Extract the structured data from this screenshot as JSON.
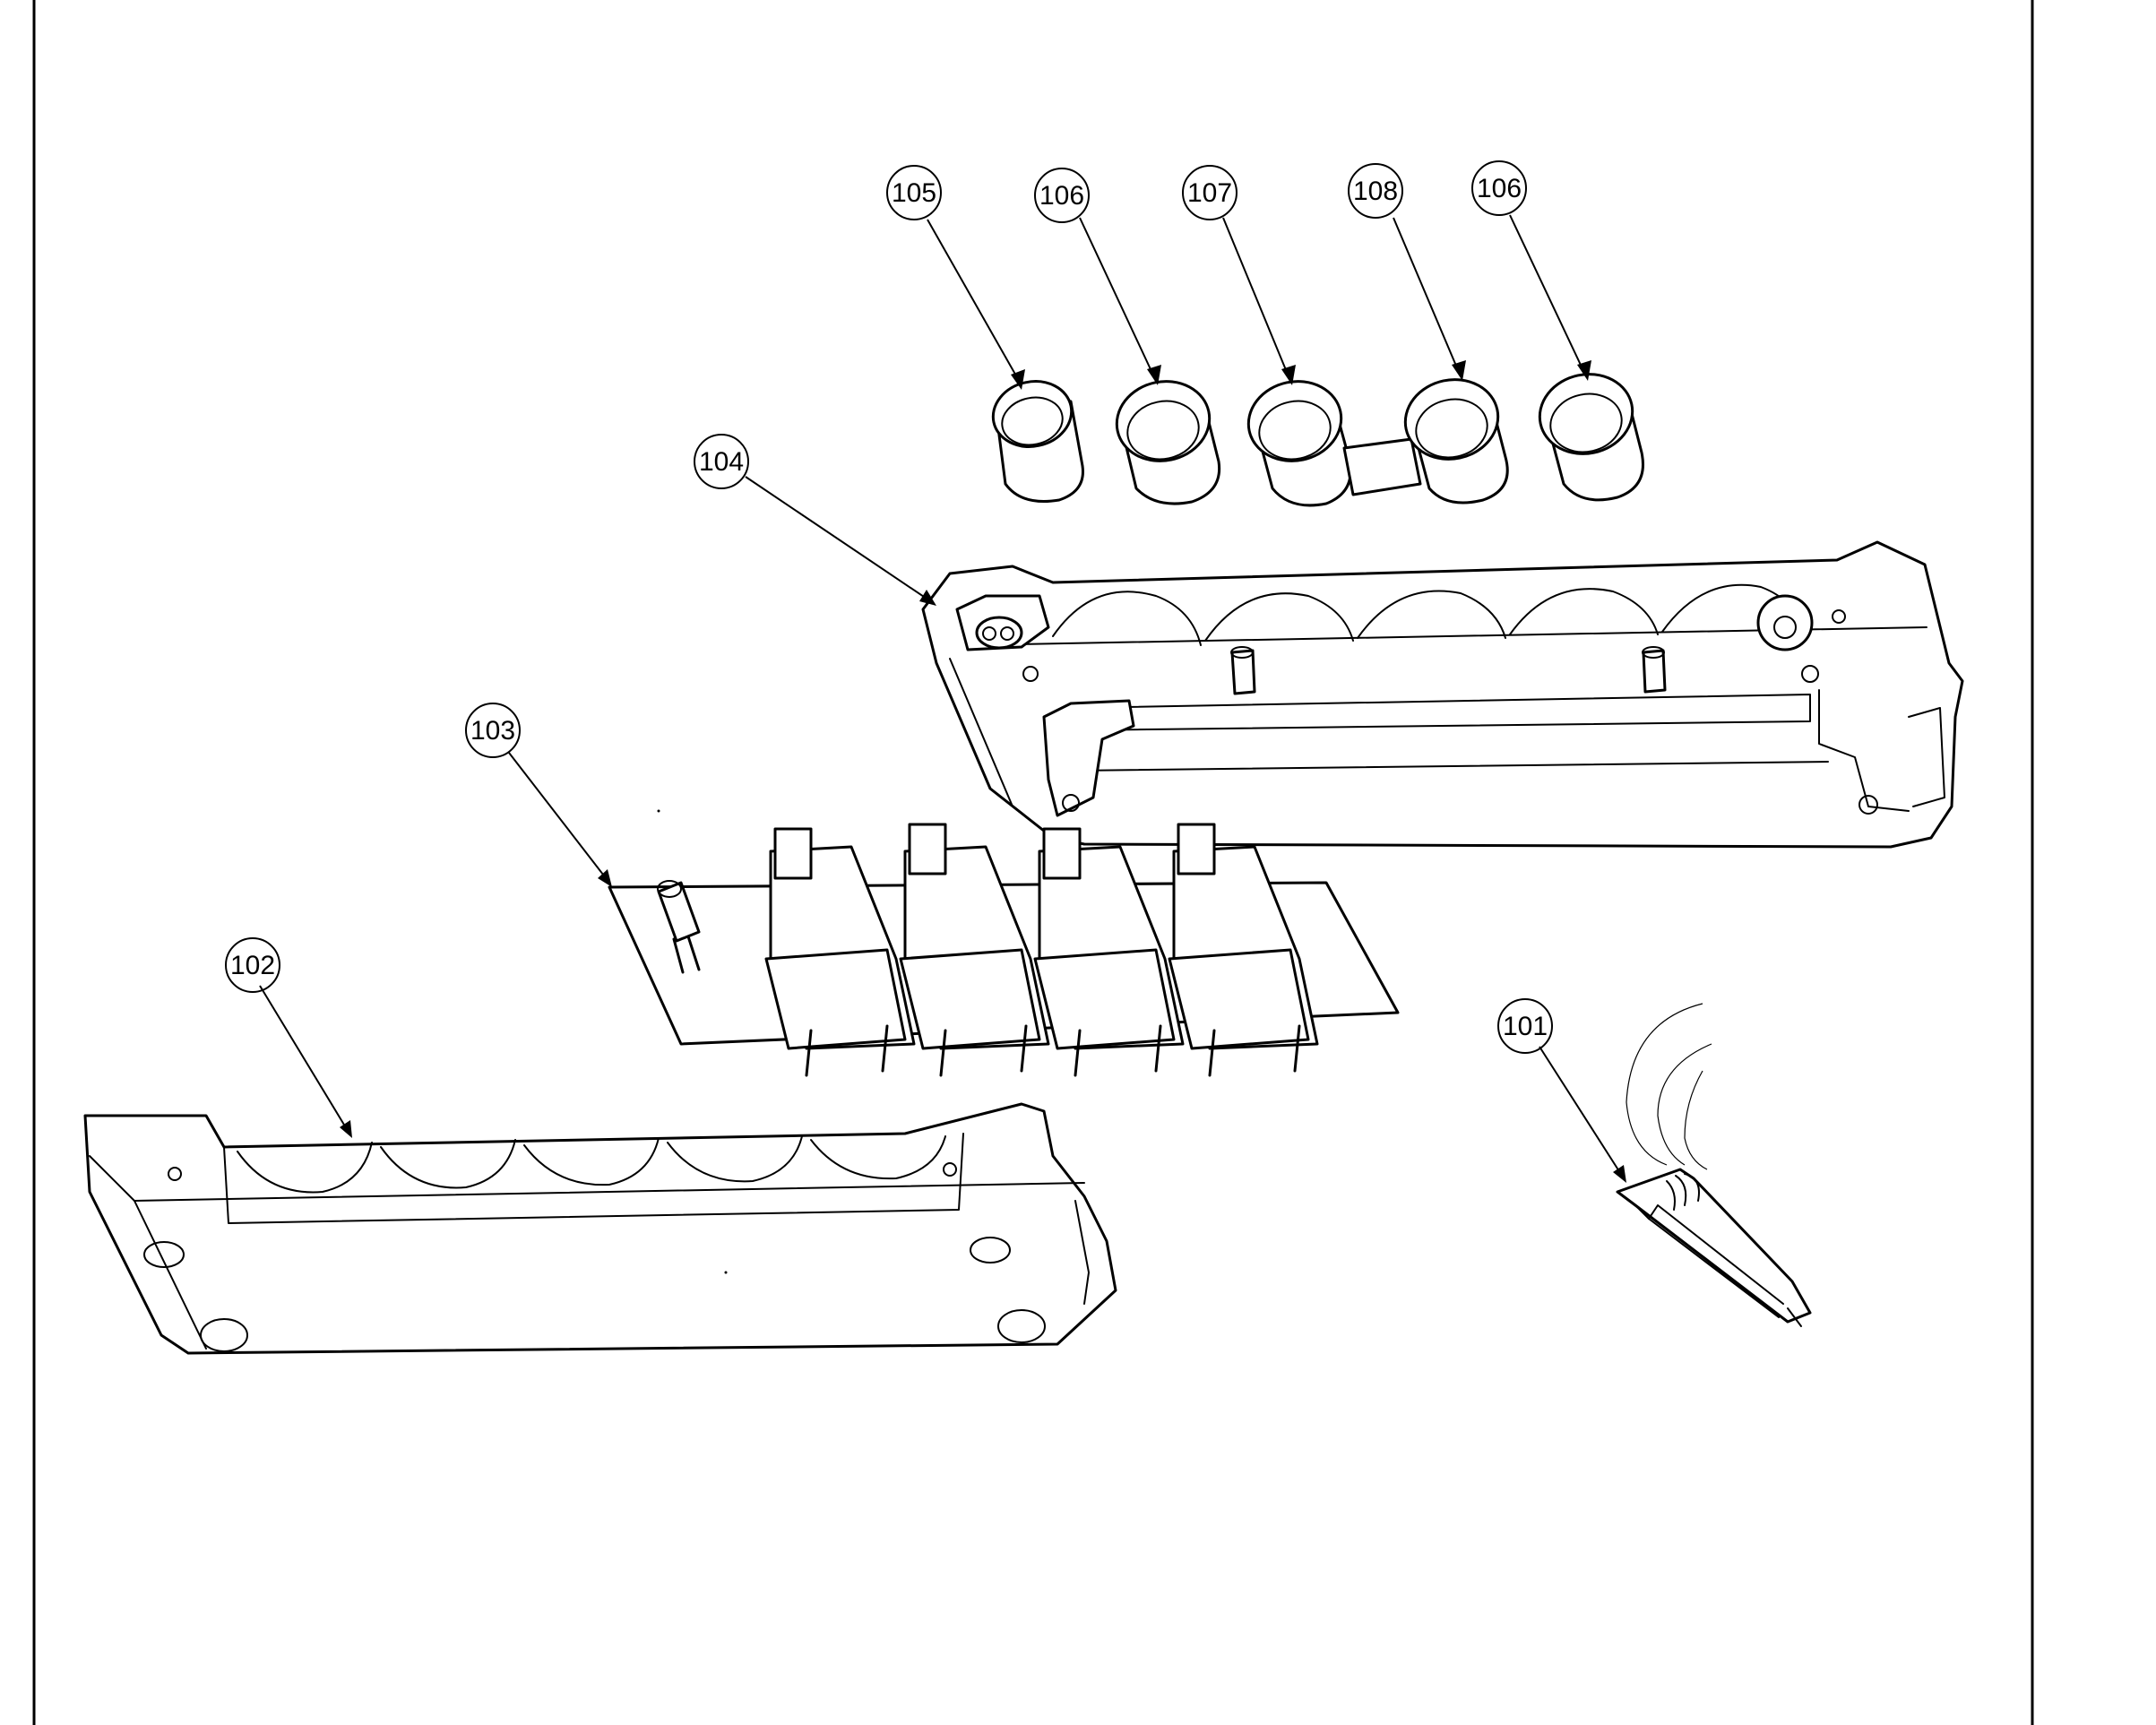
{
  "callouts": {
    "c101": "101",
    "c102": "102",
    "c103": "103",
    "c104": "104",
    "c105": "105",
    "c106a": "106",
    "c107": "107",
    "c108": "108",
    "c106b": "106"
  },
  "colors": {
    "ink": "#000000",
    "paper": "#ffffff"
  }
}
